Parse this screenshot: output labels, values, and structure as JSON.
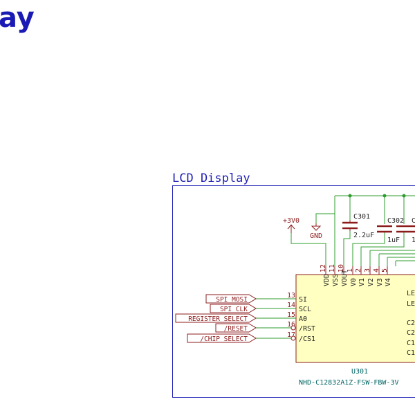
{
  "page_title": "ay",
  "sheet_title": "LCD Display",
  "power": {
    "supply": "+3V0",
    "ground": "GND"
  },
  "capacitors": [
    {
      "ref": "C301",
      "value": "2.2uF"
    },
    {
      "ref": "C302",
      "value": "1uF"
    },
    {
      "ref": "C",
      "value": "1"
    }
  ],
  "component": {
    "ref": "U301",
    "part": "NHD-C12832A1Z-FSW-FBW-3V"
  },
  "top_pins": [
    {
      "num": "12",
      "name": "VDD"
    },
    {
      "num": "11",
      "name": "VSS"
    },
    {
      "num": "10",
      "name": "VOUT"
    },
    {
      "num": "1",
      "name": "V0"
    },
    {
      "num": "2",
      "name": "V1"
    },
    {
      "num": "3",
      "name": "V2"
    },
    {
      "num": "4",
      "name": "V3"
    },
    {
      "num": "5",
      "name": "V4"
    }
  ],
  "left_pins": [
    {
      "num": "13",
      "name": "SI",
      "label": "SPI_MOSI"
    },
    {
      "num": "14",
      "name": "SCL",
      "label": "SPI_CLK"
    },
    {
      "num": "15",
      "name": "A0",
      "label": "REGISTER_SELECT"
    },
    {
      "num": "16",
      "name": "/RST",
      "label": "/RESET"
    },
    {
      "num": "17",
      "name": "/CS1",
      "label": "/CHIP_SELECT"
    }
  ],
  "right_pins": [
    "LED",
    "LED",
    "C2",
    "C2",
    "C1",
    "C1"
  ],
  "colors": {
    "title": "#1a1ab4",
    "sheet_border": "#1f1fb4",
    "wire": "#2c9c2c",
    "component_body": "#ffffc2",
    "component_outline": "#8c1c1c",
    "pin": "#8c1c1c",
    "label_text": "#8c1c1c",
    "ref_text": "#006464"
  }
}
